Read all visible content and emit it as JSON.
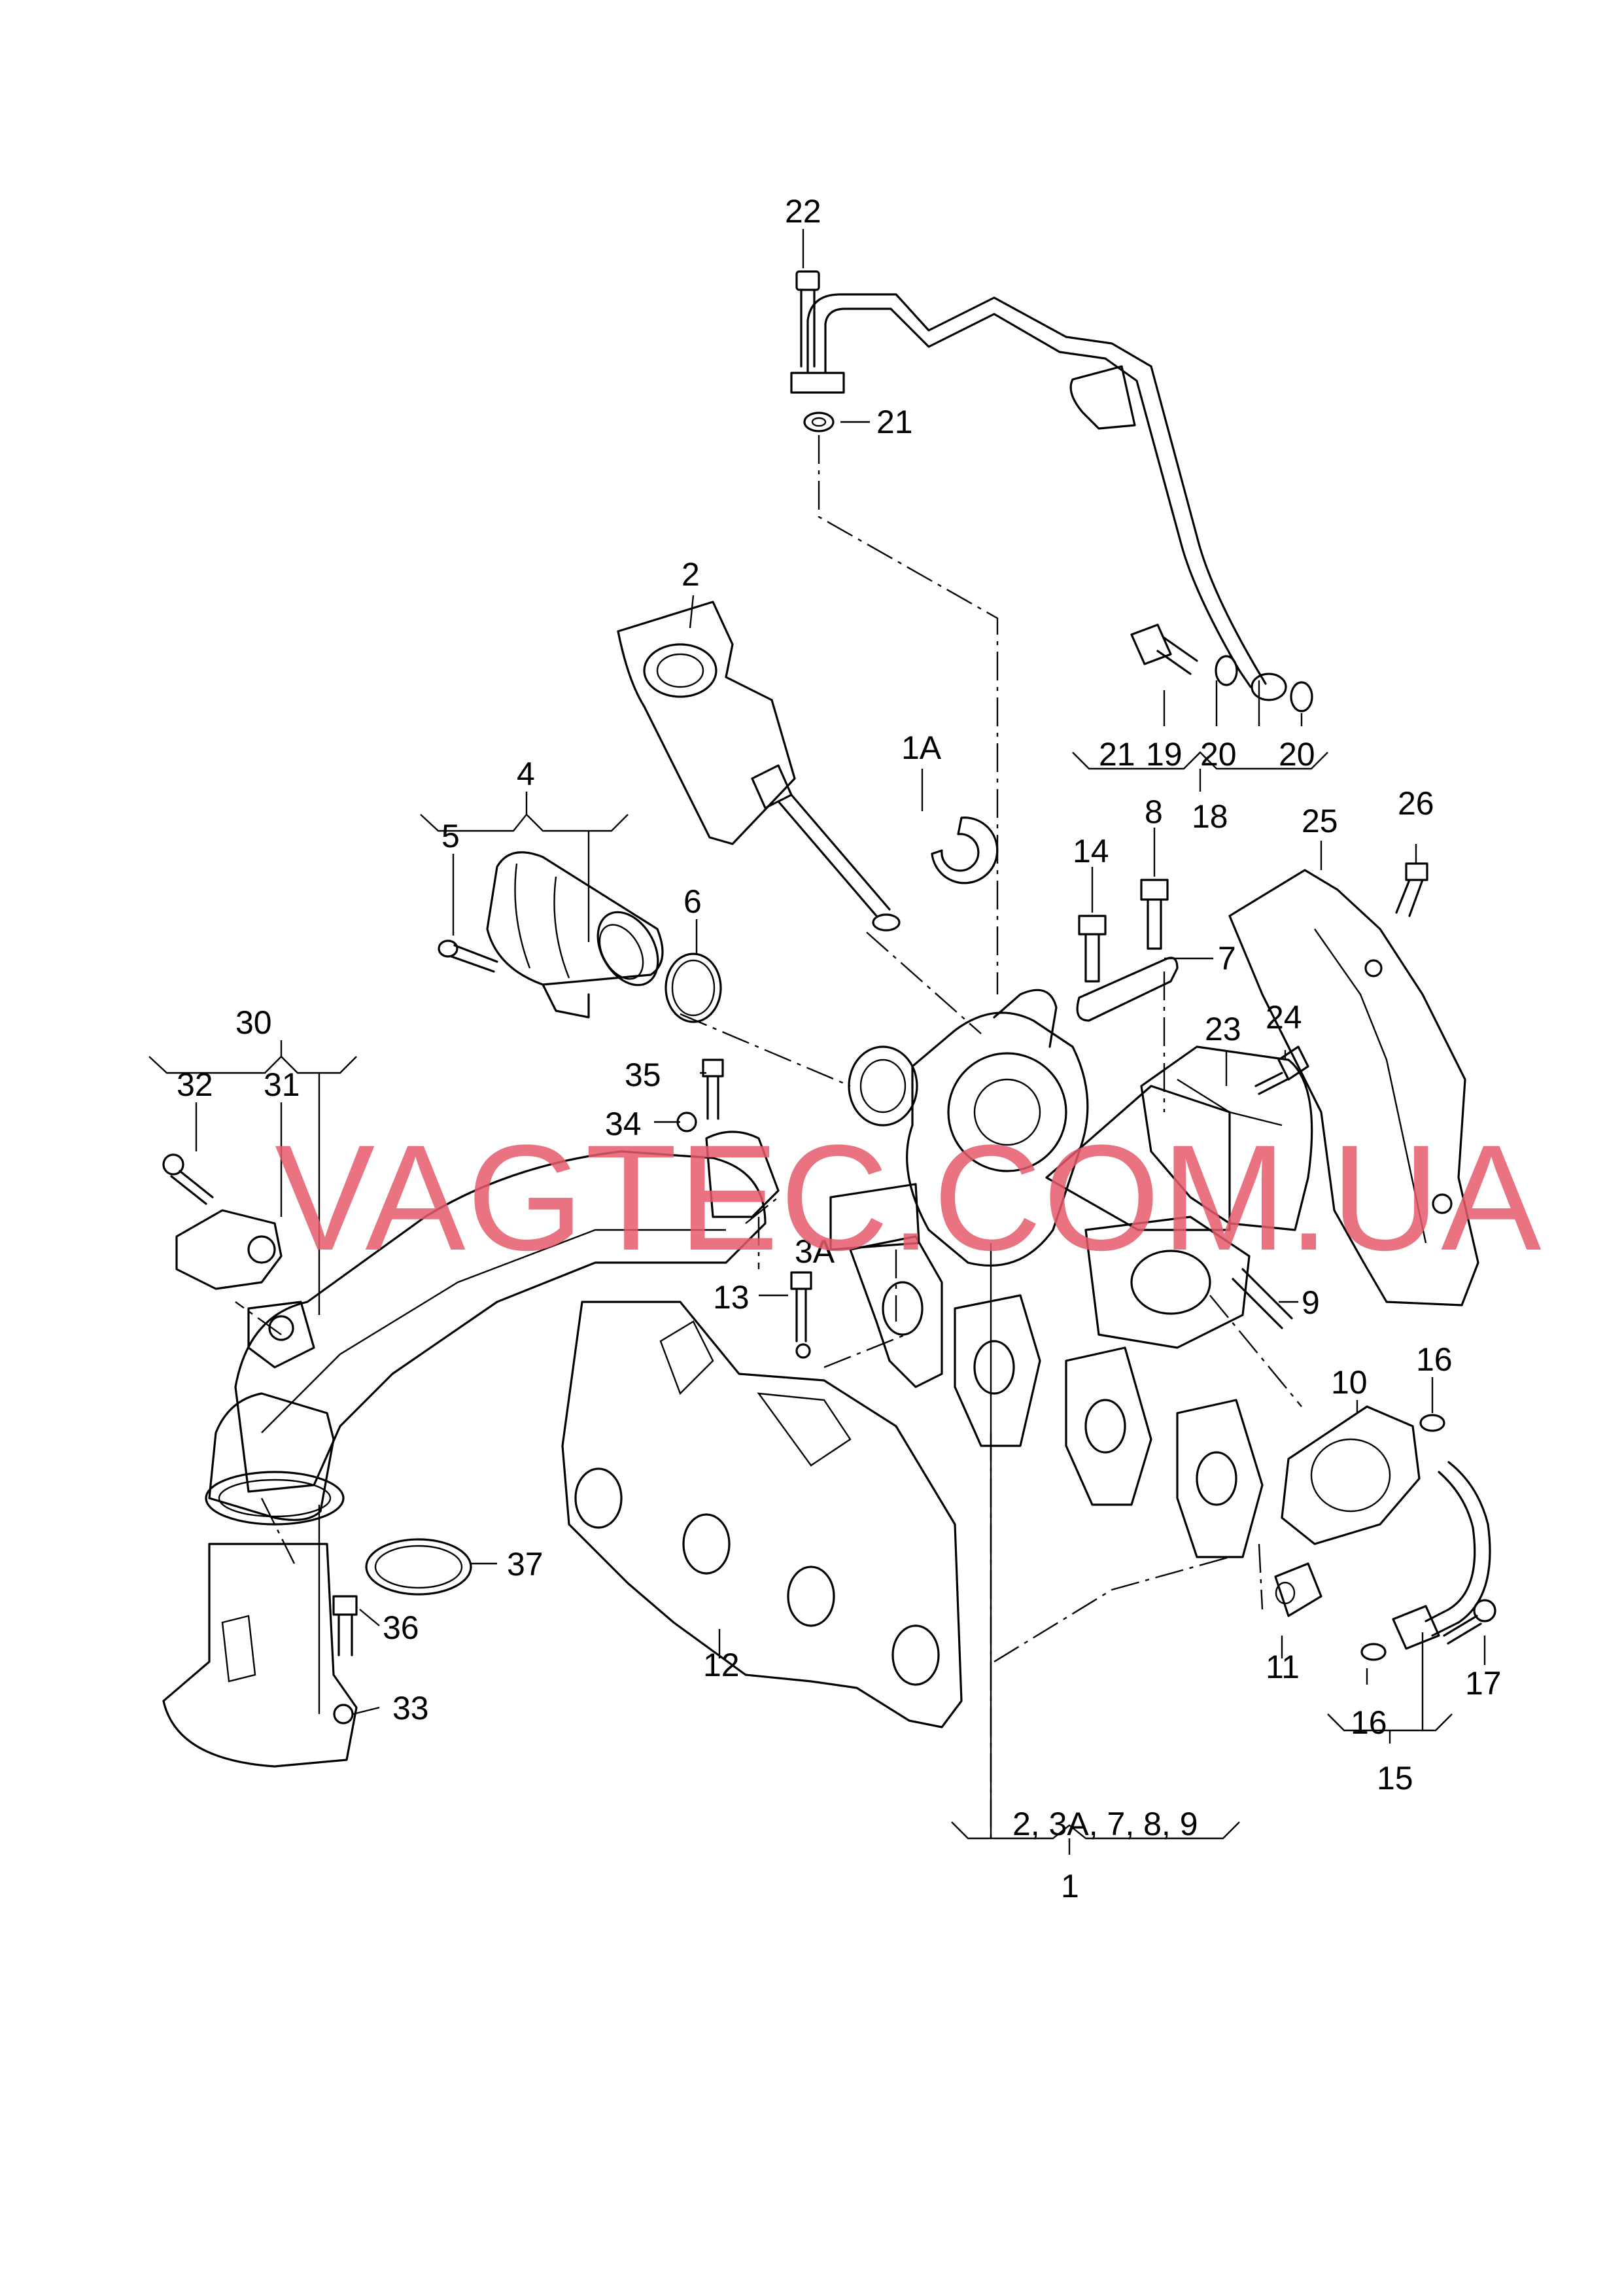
{
  "watermark": "VAGTEC.COM.UA",
  "callouts": {
    "c1": "1",
    "c1A": "1A",
    "c2": "2",
    "c3A": "3A",
    "c4": "4",
    "c5": "5",
    "c6": "6",
    "c7": "7",
    "c8": "8",
    "c9": "9",
    "c10": "10",
    "c11": "11",
    "c12": "12",
    "c13": "13",
    "c14": "14",
    "c15": "15",
    "c16a": "16",
    "c16b": "16",
    "c17": "17",
    "c18": "18",
    "c19": "19",
    "c20a": "20",
    "c20b": "20",
    "c21a": "21",
    "c21b": "21",
    "c22": "22",
    "c23": "23",
    "c24": "24",
    "c25": "25",
    "c26": "26",
    "c30": "30",
    "c31": "31",
    "c32": "32",
    "c33": "33",
    "c34": "34",
    "c35": "35",
    "c36": "36",
    "c37": "37",
    "group1": "2, 3A, 7, 8, 9"
  },
  "colors": {
    "line": "#000000",
    "watermark": "#e65b6b",
    "background": "#ffffff"
  }
}
